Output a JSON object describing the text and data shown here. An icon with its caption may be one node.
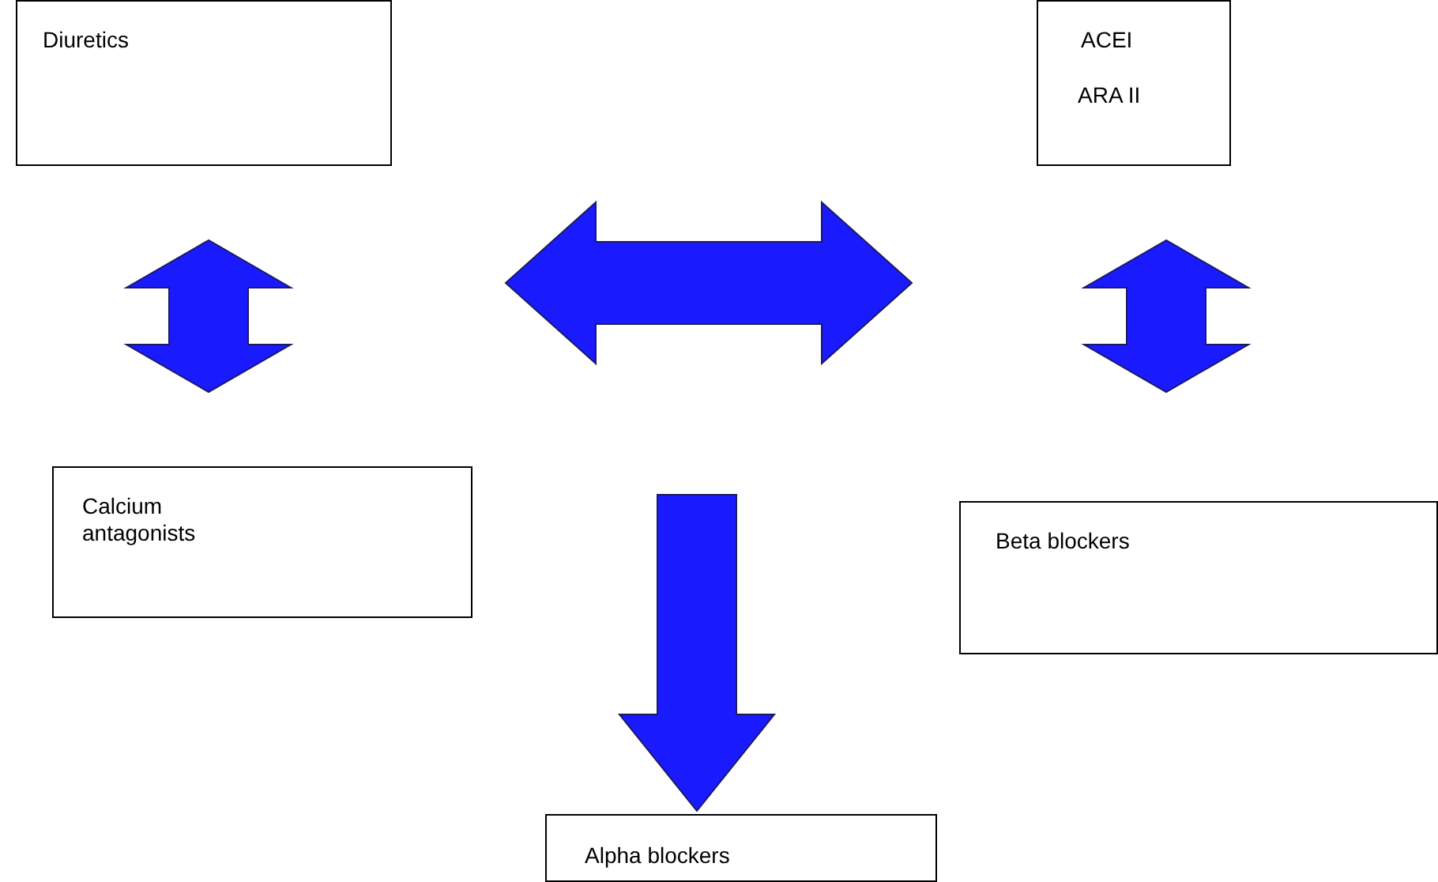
{
  "diagram": {
    "nodes": [
      {
        "text": [
          "Diuretics"
        ]
      },
      {
        "text": [
          "ACEI",
          "ARA II"
        ]
      },
      {
        "text": [
          "Calcium antagonists"
        ]
      },
      {
        "text": [
          "Beta blockers"
        ]
      },
      {
        "text": [
          "Alpha blockers"
        ]
      }
    ],
    "edges": [
      {
        "from": 0,
        "to": 2,
        "arrow": "both"
      },
      {
        "from": 0,
        "to": 1,
        "arrow": "both"
      },
      {
        "from": 1,
        "to": 3,
        "arrow": "both"
      },
      {
        "from": null,
        "to": 4,
        "arrow": "to"
      }
    ]
  }
}
